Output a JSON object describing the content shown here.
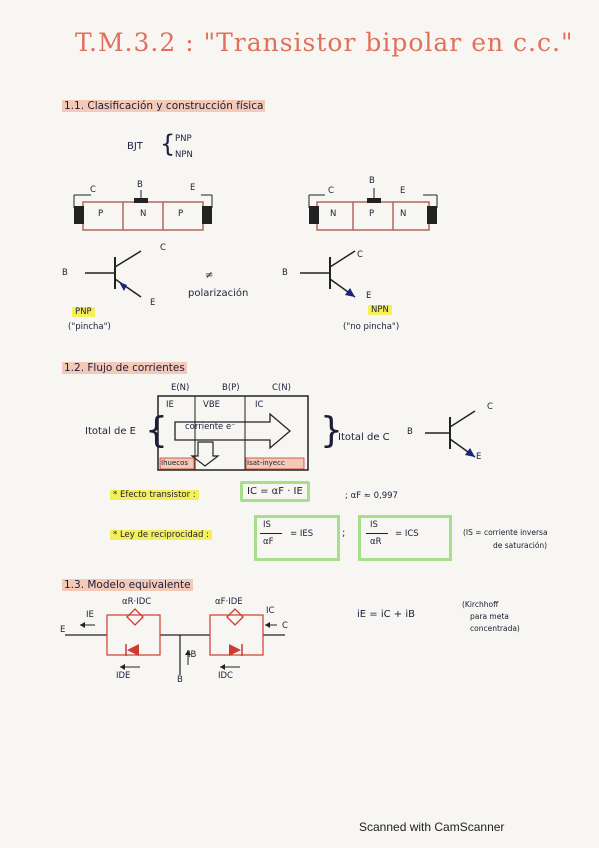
{
  "title": "T.M.3.2 : \"Transistor bipolar en c.c.\"",
  "sections": {
    "s1": "1.1. Clasificación y construcción física",
    "s2": "1.2. Flujo de corrientes",
    "s3": "1.3. Modelo equivalente"
  },
  "bjt": {
    "label": "BJT",
    "types": [
      "PNP",
      "NPN"
    ]
  },
  "pnp_block": {
    "c": "C",
    "b": "B",
    "e": "E",
    "regions": [
      "P",
      "N",
      "P"
    ]
  },
  "npn_block": {
    "c": "C",
    "b": "B",
    "e": "E",
    "regions": [
      "N",
      "P",
      "N"
    ]
  },
  "symbols": {
    "b": "B",
    "c": "C",
    "e": "E",
    "neq": "≠",
    "polarizacion": "polarización",
    "pnp_name": "PNP",
    "pnp_note": "(\"pincha\")",
    "npn_name": "NPN",
    "npn_note": "(\"no pincha\")"
  },
  "flujo": {
    "header": [
      "E(N)",
      "B(P)",
      "C(N)"
    ],
    "ie": "IE",
    "vbe": "VBE",
    "ic": "IC",
    "corriente": "corriente e⁻",
    "ihuecos": "Ihuecos",
    "isat": "Isat-inyecc",
    "itotal_e": "Itotal de E",
    "itotal_c": "Itotal de C",
    "sym_b": "B",
    "sym_c": "C",
    "sym_e": "E"
  },
  "efecto": {
    "label": "* Efecto transistor :",
    "formula": "IC = αF · IE",
    "alpha": "; αF ≈ 0,997"
  },
  "ley": {
    "label": "* Ley de reciprocidad :",
    "f1_num": "IS",
    "f1_den": "αF",
    "f1_rhs": "= IES",
    "sep": ";",
    "f2_num": "IS",
    "f2_den": "αR",
    "f2_rhs": "= ICS",
    "note1": "(IS = corriente inversa",
    "note2": "de saturación)"
  },
  "modelo": {
    "e": "E",
    "c": "C",
    "b": "B",
    "ie": "IE",
    "ic": "IC",
    "ib": "IB",
    "ar_idc": "αR·IDC",
    "af_ide": "αF·IDE",
    "ide": "IDE",
    "idc": "IDC",
    "kirchhoff_eq": "iE = iC + iB",
    "kirch_note1": "(Kirchhoff",
    "kirch_note2": "para meta",
    "kirch_note3": "concentrada)"
  },
  "watermark": "Scanned with CamScanner",
  "colors": {
    "title": "#e0705a",
    "highlight": "#f5ef5a",
    "box": "#a6de8c",
    "red": "#cf3b2e",
    "ink": "#1d1d3a"
  }
}
